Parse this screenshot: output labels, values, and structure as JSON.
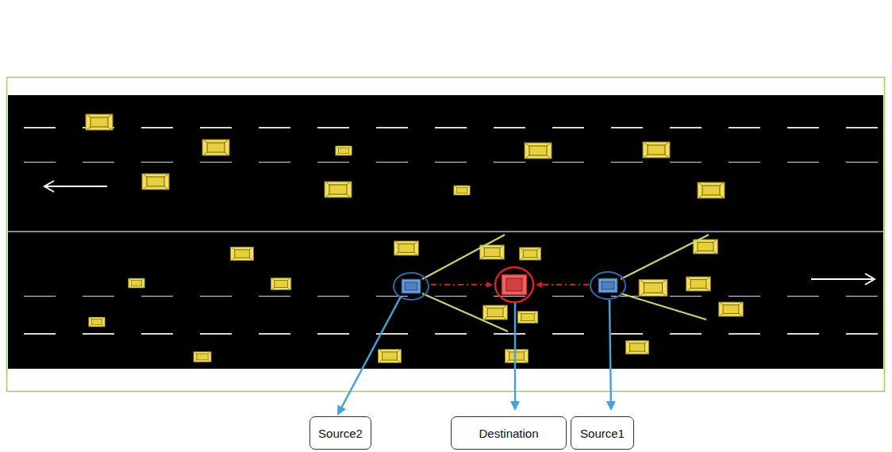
{
  "diagram": {
    "nodes": [
      {
        "text": [
          "Source2"
        ]
      },
      {
        "text": [
          "Destination"
        ]
      },
      {
        "text": [
          "Source1"
        ]
      }
    ]
  }
}
